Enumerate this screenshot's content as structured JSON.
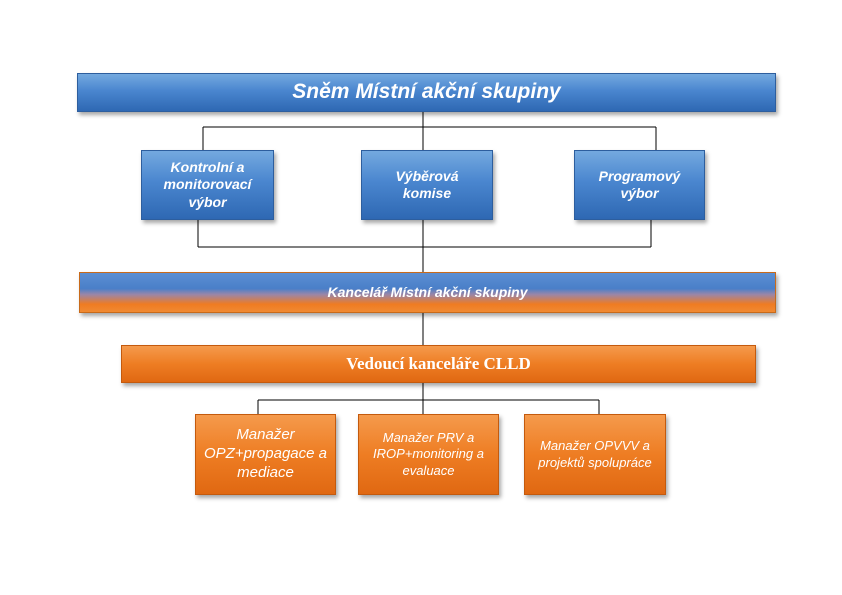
{
  "diagram": {
    "top": "Sněm Místní akční skupiny",
    "committees": [
      "Kontrolní a monitorovací výbor",
      "Výběrová komise",
      "Programový výbor"
    ],
    "office": "Kancelář Místní akční skupiny",
    "head": "Vedoucí kanceláře CLLD",
    "managers": [
      "Manažer OPZ+propagace a mediace",
      "Manažer PRV a IROP+monitoring a evaluace",
      "Manažer OPVVV  a projektů spolupráce"
    ]
  },
  "colors": {
    "blue": "#4a86cf",
    "orange": "#ee7d23",
    "line": "#000000"
  }
}
